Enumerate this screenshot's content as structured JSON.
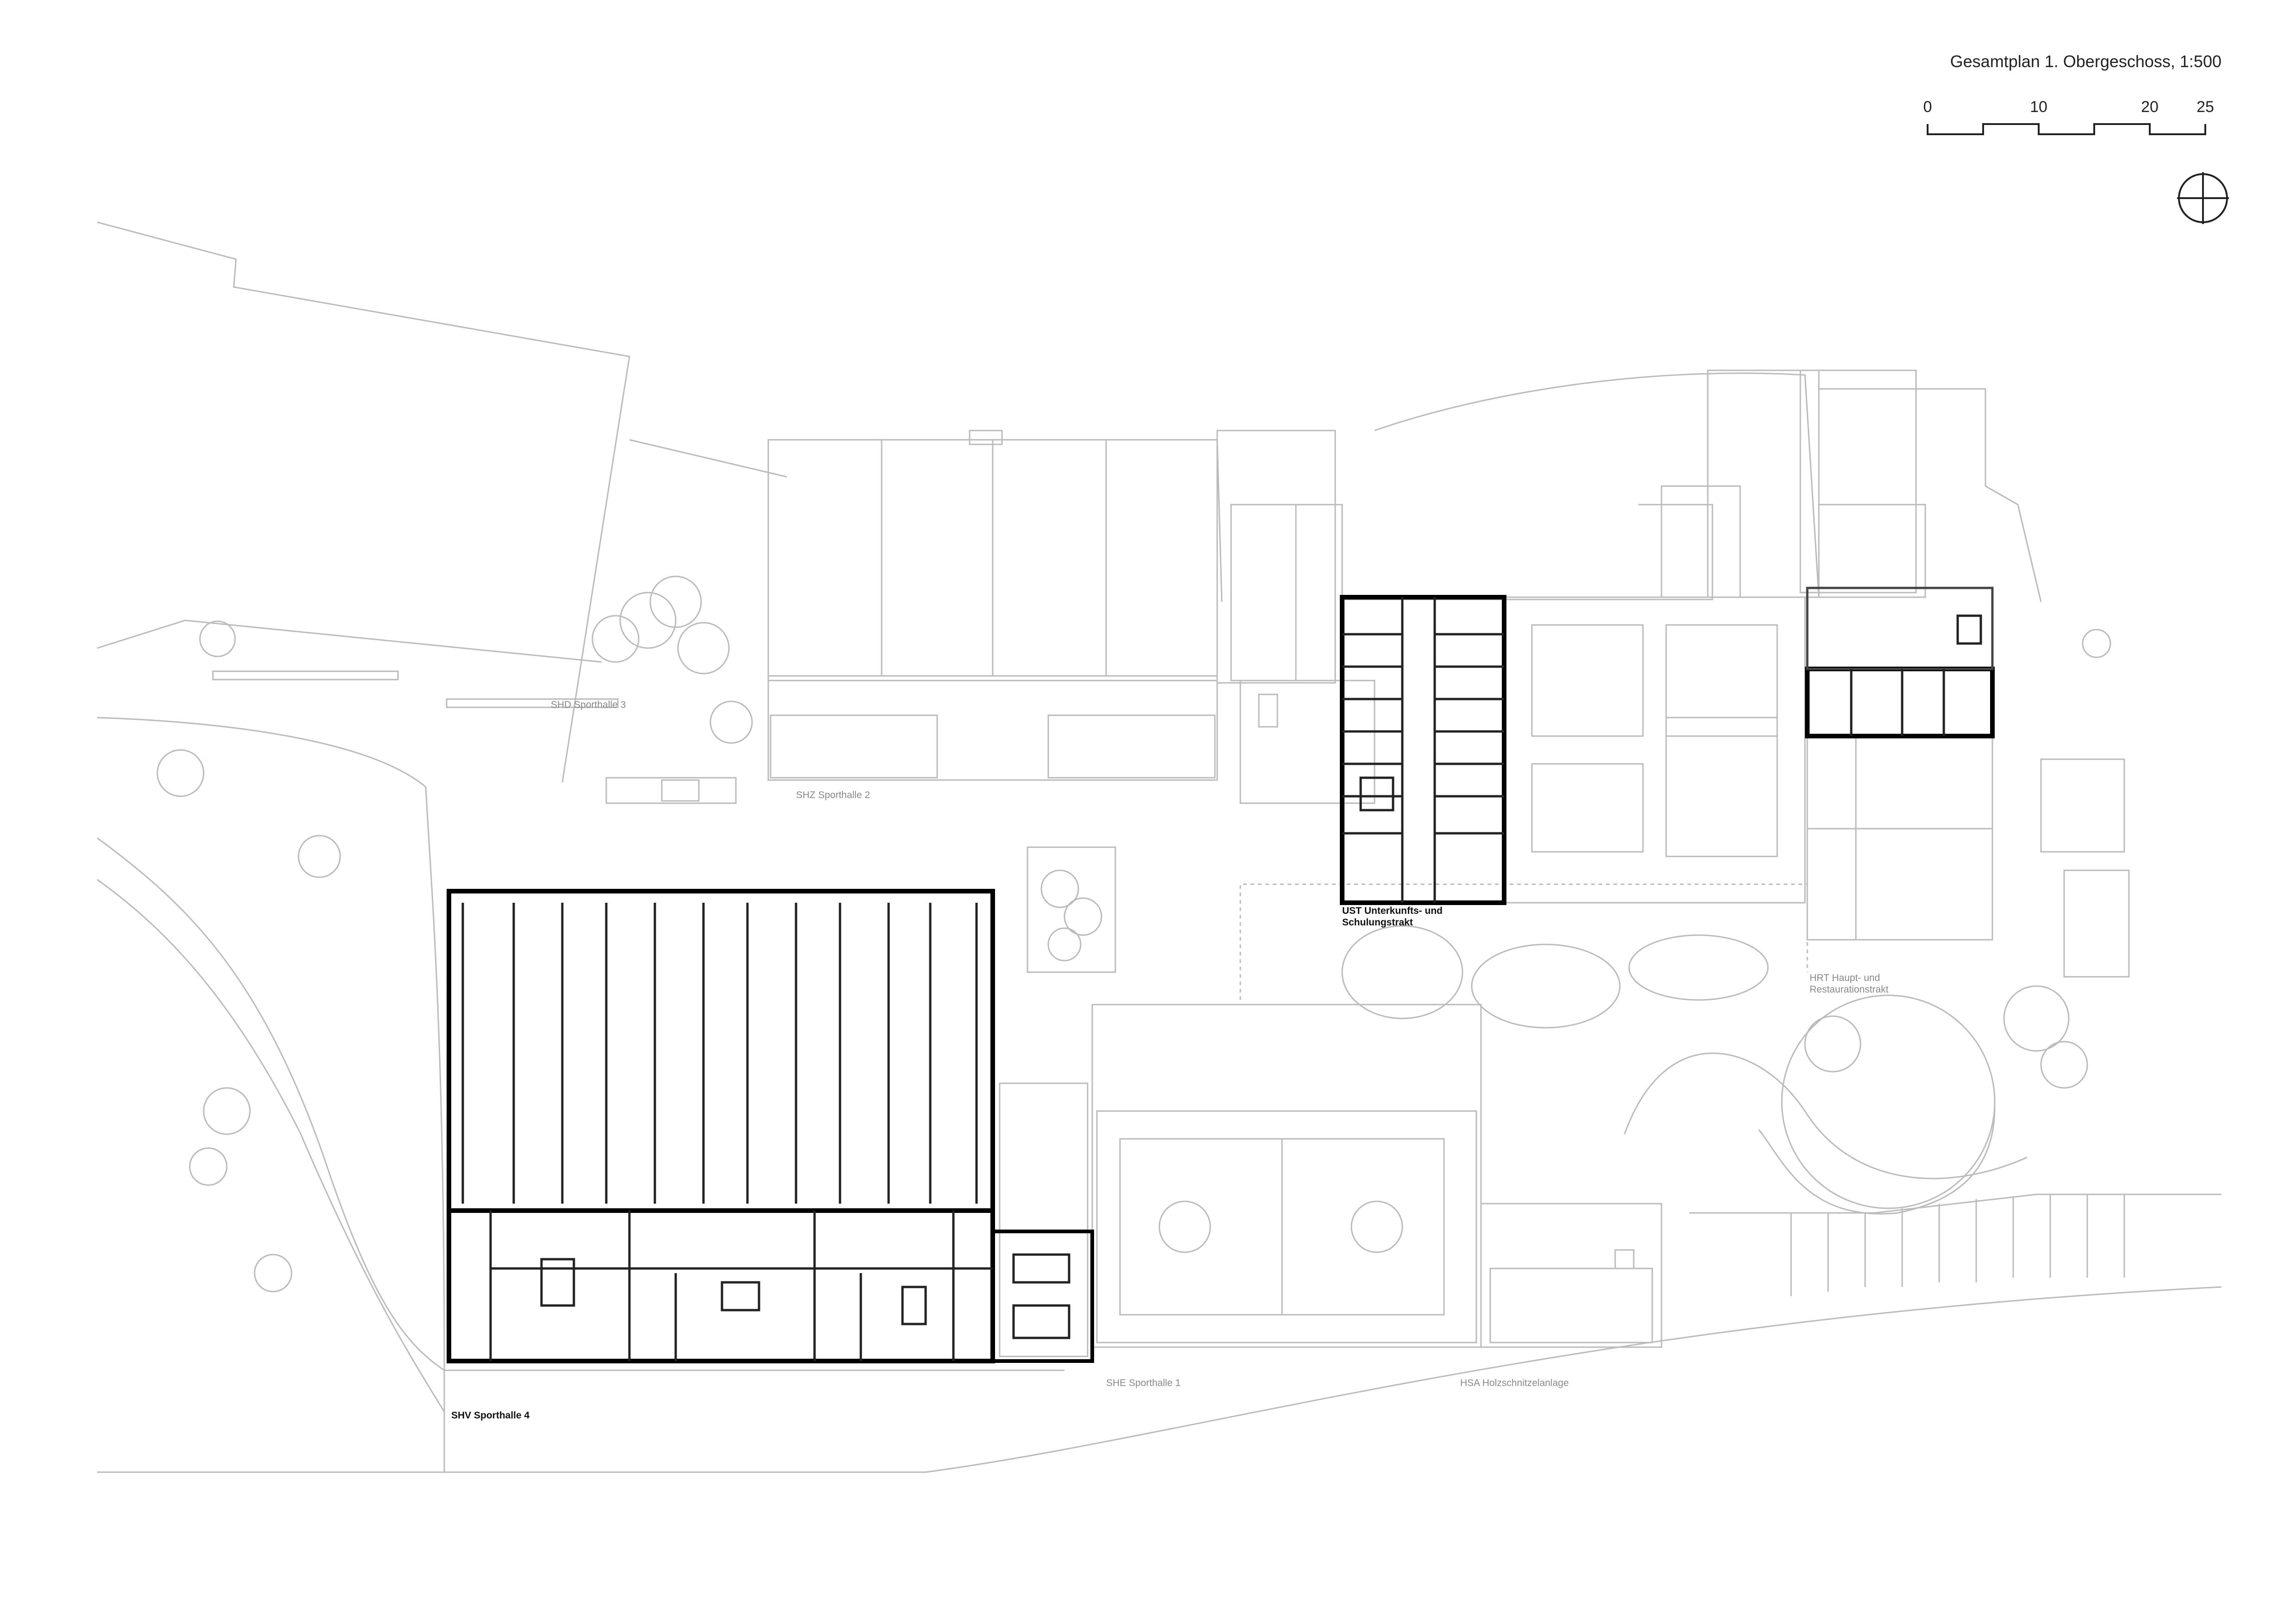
{
  "title": "Gesamtplan 1. Obergeschoss, 1:500",
  "scale_bar": {
    "labels": [
      "0",
      "10",
      "20",
      "25"
    ]
  },
  "north_arrow": {
    "icon": "north-arrow-icon"
  },
  "buildings": [
    {
      "code": "SHD",
      "name": "SHD Sporthalle 3",
      "highlighted": false
    },
    {
      "code": "SHZ",
      "name": "SHZ Sporthalle 2",
      "highlighted": false
    },
    {
      "code": "UST",
      "name_line1": "UST Unterkunfts- und",
      "name_line2": "Schulungstrakt",
      "highlighted": true
    },
    {
      "code": "HRT",
      "name_line1": "HRT Haupt- und",
      "name_line2": "Restaurationstrakt",
      "highlighted": false
    },
    {
      "code": "SHV",
      "name": "SHV Sporthalle 4",
      "highlighted": true
    },
    {
      "code": "SHE",
      "name": "SHE Sporthalle 1",
      "highlighted": false
    },
    {
      "code": "HSA",
      "name": "HSA Holzschnitzelanlage",
      "highlighted": false
    }
  ],
  "colors": {
    "line_light": "#b8b8b8",
    "line_dark": "#000000",
    "label_grey": "#888888"
  }
}
